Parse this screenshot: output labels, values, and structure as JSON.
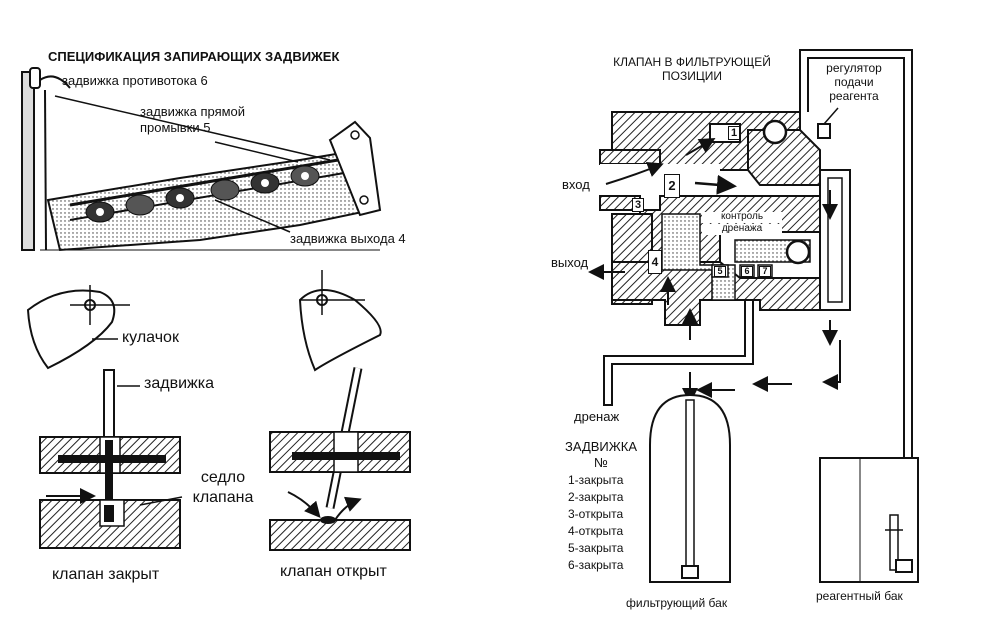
{
  "left": {
    "spec_title": "СПЕЦИФИКАЦИЯ ЗАПИРАЮЩИХ ЗАДВИЖЕК",
    "counterflow_gate": "задвижка противотока 6",
    "forward_flush_gate_line1": "задвижка прямой",
    "forward_flush_gate_line2": "промывки 5",
    "outlet_gate": "задвижка выхода 4",
    "cam": "кулачок",
    "gate": "задвижка",
    "valve_seat_line1": "седло",
    "valve_seat_line2": "клапана",
    "valve_closed": "клапан закрыт",
    "valve_open": "клапан открыт"
  },
  "right": {
    "title_line1": "КЛАПАН В ФИЛЬТРУЮЩЕЙ",
    "title_line2": "ПОЗИЦИИ",
    "regulator_line1": "регулятор",
    "regulator_line2": "подачи",
    "regulator_line3": "реагента",
    "inlet": "вход",
    "outlet": "выход",
    "drain_control_line1": "контроль",
    "drain_control_line2": "дренажа",
    "drain": "дренаж",
    "gate_heading_line1": "ЗАДВИЖКА",
    "gate_heading_line2": "№",
    "gate_states": [
      "1-закрыта",
      "2-закрыта",
      "3-открыта",
      "4-открыта",
      "5-закрыта",
      "6-закрыта"
    ],
    "filter_tank": "фильтрующий бак",
    "reagent_tank": "реагентный бак",
    "gate_numbers": [
      "1",
      "2",
      "3",
      "4",
      "5",
      "6",
      "7"
    ]
  }
}
